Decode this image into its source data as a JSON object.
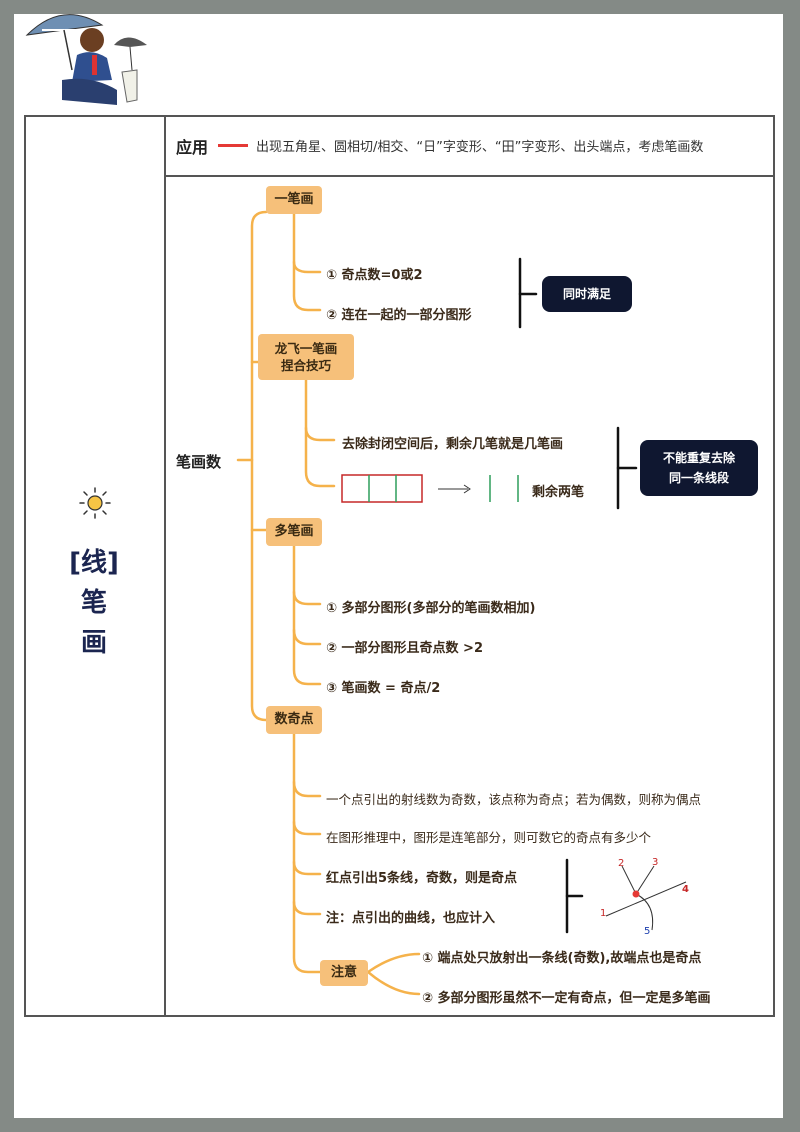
{
  "sidebar": {
    "title_line1": "[线]",
    "title_line2": "笔",
    "title_line3": "画"
  },
  "application": {
    "label": "应用",
    "text": "出现五角星、圆相切/相交、“日”字变形、“田”字变形、出头端点，考虑笔画数"
  },
  "mindmap": {
    "root": "笔画数",
    "one_stroke": {
      "title": "一笔画",
      "items": [
        "① 奇点数=0或2",
        "② 连在一起的一部分图形"
      ],
      "note": "同时满足"
    },
    "dragon": {
      "title_line1": "龙飞一笔画",
      "title_line2": "捏合技巧",
      "item1": "去除封闭空间后，剩余几笔就是几笔画",
      "item2_label": "剩余两笔",
      "note_line1": "不能重复去除",
      "note_line2": "同一条线段"
    },
    "multi_stroke": {
      "title": "多笔画",
      "items": [
        "① 多部分图形(多部分的笔画数相加)",
        "② 一部分图形且奇点数 >2",
        "③ 笔画数 = 奇点/2"
      ]
    },
    "odd_points": {
      "title": "数奇点",
      "items": [
        "一个点引出的射线数为奇数，该点称为奇点；若为偶数，则称为偶点",
        "在图形推理中，图形是连笔部分，则可数它的奇点有多少个",
        "红点引出5条线，奇数，则是奇点",
        "注：点引出的曲线，也应计入"
      ],
      "diagram_labels": [
        "1",
        "2",
        "3",
        "4",
        "5"
      ],
      "attention": {
        "title": "注意",
        "items": [
          "① 端点处只放射出一条线(奇数),故端点也是奇点",
          "② 多部分图形虽然不一定有奇点，但一定是多笔画"
        ]
      }
    }
  },
  "colors": {
    "branch": "#f5b24b",
    "node_fill": "#f6c07a",
    "dark_box": "#0f1730",
    "red_accent": "#e53935",
    "green_line": "#2e9e5b"
  }
}
